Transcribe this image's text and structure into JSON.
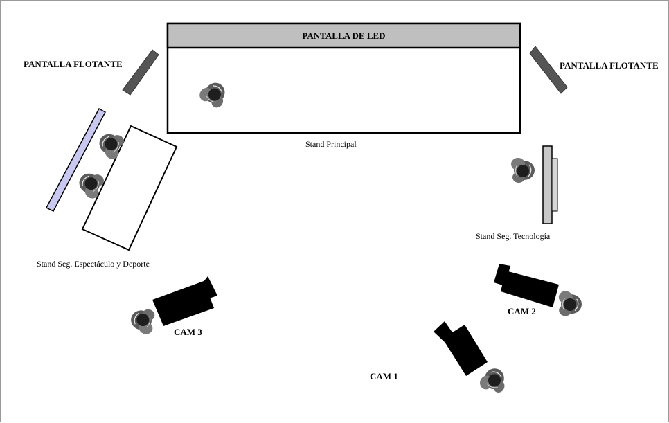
{
  "led_screen": {
    "title": "PANTALLA DE LED"
  },
  "floating_screens": {
    "left_label": "PANTALLA FLOTANTE",
    "right_label": "PANTALLA FLOTANTE"
  },
  "stands": {
    "main": "Stand Principal",
    "tech": "Stand Seg. Tecnología",
    "sports": "Stand Seg. Espectáculo y Deporte"
  },
  "cameras": {
    "cam1": "CAM 1",
    "cam2": "CAM 2",
    "cam3": "CAM 3"
  },
  "colors": {
    "screen_dark": "#555555",
    "screen_blue": "#c8c8f0",
    "header_gray": "#bfbfbf",
    "camera_black": "#000000",
    "tech_panel": "#c0c0c0"
  }
}
